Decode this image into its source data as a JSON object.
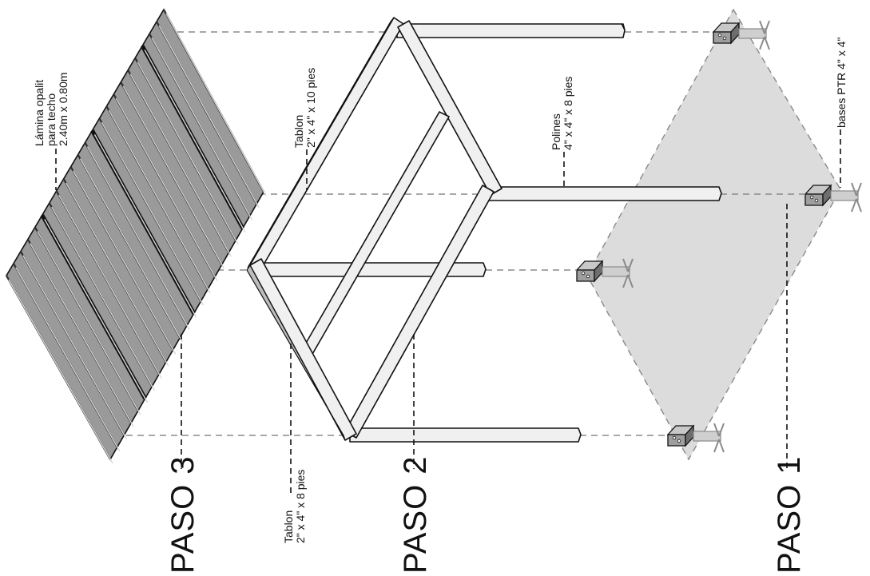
{
  "steps": [
    {
      "label": "PASO 3"
    },
    {
      "label": "PASO 2"
    },
    {
      "label": "PASO 1"
    }
  ],
  "annotations": {
    "roof_sheet": [
      "Lámina opalit",
      "para techo",
      "2.40m x 0.80m"
    ],
    "top_beam": [
      "Tablon",
      "2\" x 4\" x 10 pies"
    ],
    "bottom_beam": [
      "Tablon",
      "2\" x 4\" x 8 pies"
    ],
    "posts": [
      "Polines",
      "4\" x 4\" x 8 pies"
    ],
    "bases": [
      "bases PTR 4\" x 4\""
    ]
  },
  "colors": {
    "line": "#111111",
    "roof_dark": "#3a3a3a",
    "roof_light": "#9a9a9a",
    "footprint": "#dcdcdc",
    "guide": "#8a8a8a",
    "base_metal": "#9e9e9e"
  }
}
